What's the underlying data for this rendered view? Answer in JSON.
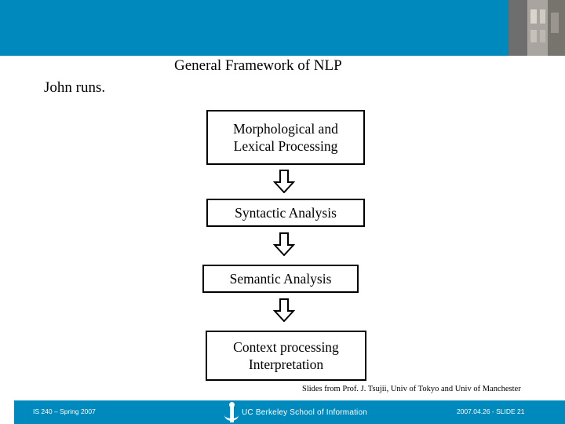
{
  "slide": {
    "title": "General Framework of NLP",
    "example_sentence": "John runs.",
    "credit": "Slides from Prof. J. Tsujii, Univ of Tokyo and Univ of Manchester"
  },
  "pipeline": {
    "boxes": [
      {
        "id": "morphological",
        "lines": [
          "Morphological and",
          "Lexical Processing"
        ]
      },
      {
        "id": "syntactic",
        "lines": [
          "Syntactic Analysis"
        ]
      },
      {
        "id": "semantic",
        "lines": [
          "Semantic Analysis"
        ]
      },
      {
        "id": "context",
        "lines": [
          "Context processing",
          "Interpretation"
        ]
      }
    ],
    "arrow_icon": "down-block-arrow-icon"
  },
  "footer": {
    "left": "IS 240 – Spring 2007",
    "right": "2007.04.26 - SLIDE 21",
    "logo_text": "UC Berkeley School of Information",
    "logo_mark": "i-school-logo-icon"
  },
  "colors": {
    "banner": "#0089bd",
    "footer": "#0089bd",
    "text": "#000000",
    "footer_text": "#ffffff"
  }
}
